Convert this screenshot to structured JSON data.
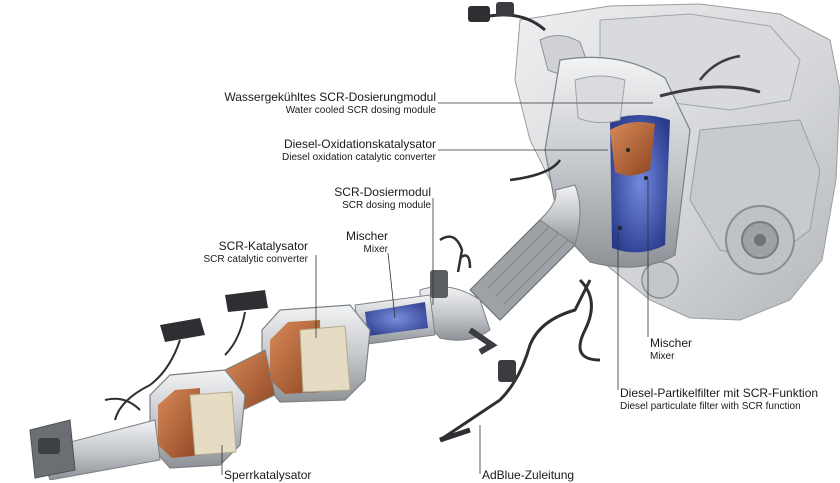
{
  "labels": {
    "water_cooled_module": {
      "de": "Wassergekühltes SCR-Dosierungmodul",
      "en": "Water cooled SCR dosing module"
    },
    "diesel_oxidation": {
      "de": "Diesel-Oxidationskatalysator",
      "en": "Diesel oxidation catalytic converter"
    },
    "scr_dosing": {
      "de": "SCR-Dosiermodul",
      "en": "SCR dosing module"
    },
    "scr_catalytic": {
      "de": "SCR-Katalysator",
      "en": "SCR catalytic converter"
    },
    "mixer_left": {
      "de": "Mischer",
      "en": "Mixer"
    },
    "mixer_right": {
      "de": "Mischer",
      "en": "Mixer"
    },
    "particulate_filter": {
      "de": "Diesel-Partikelfilter mit SCR-Funktion",
      "en": "Diesel particulate filter with SCR function"
    },
    "barrier_catalyst": {
      "de": "Sperrkatalysator"
    },
    "adblue_line": {
      "de": "AdBlue-Zuleitung"
    }
  },
  "colors": {
    "metal_light": "#e3e4e6",
    "metal_mid": "#b9bcc0",
    "metal_dark": "#7d8186",
    "copper": "#b5653a",
    "ceramic": "#e6dcc4",
    "blue_spray": "#3b56b8",
    "leader": "#333333"
  }
}
